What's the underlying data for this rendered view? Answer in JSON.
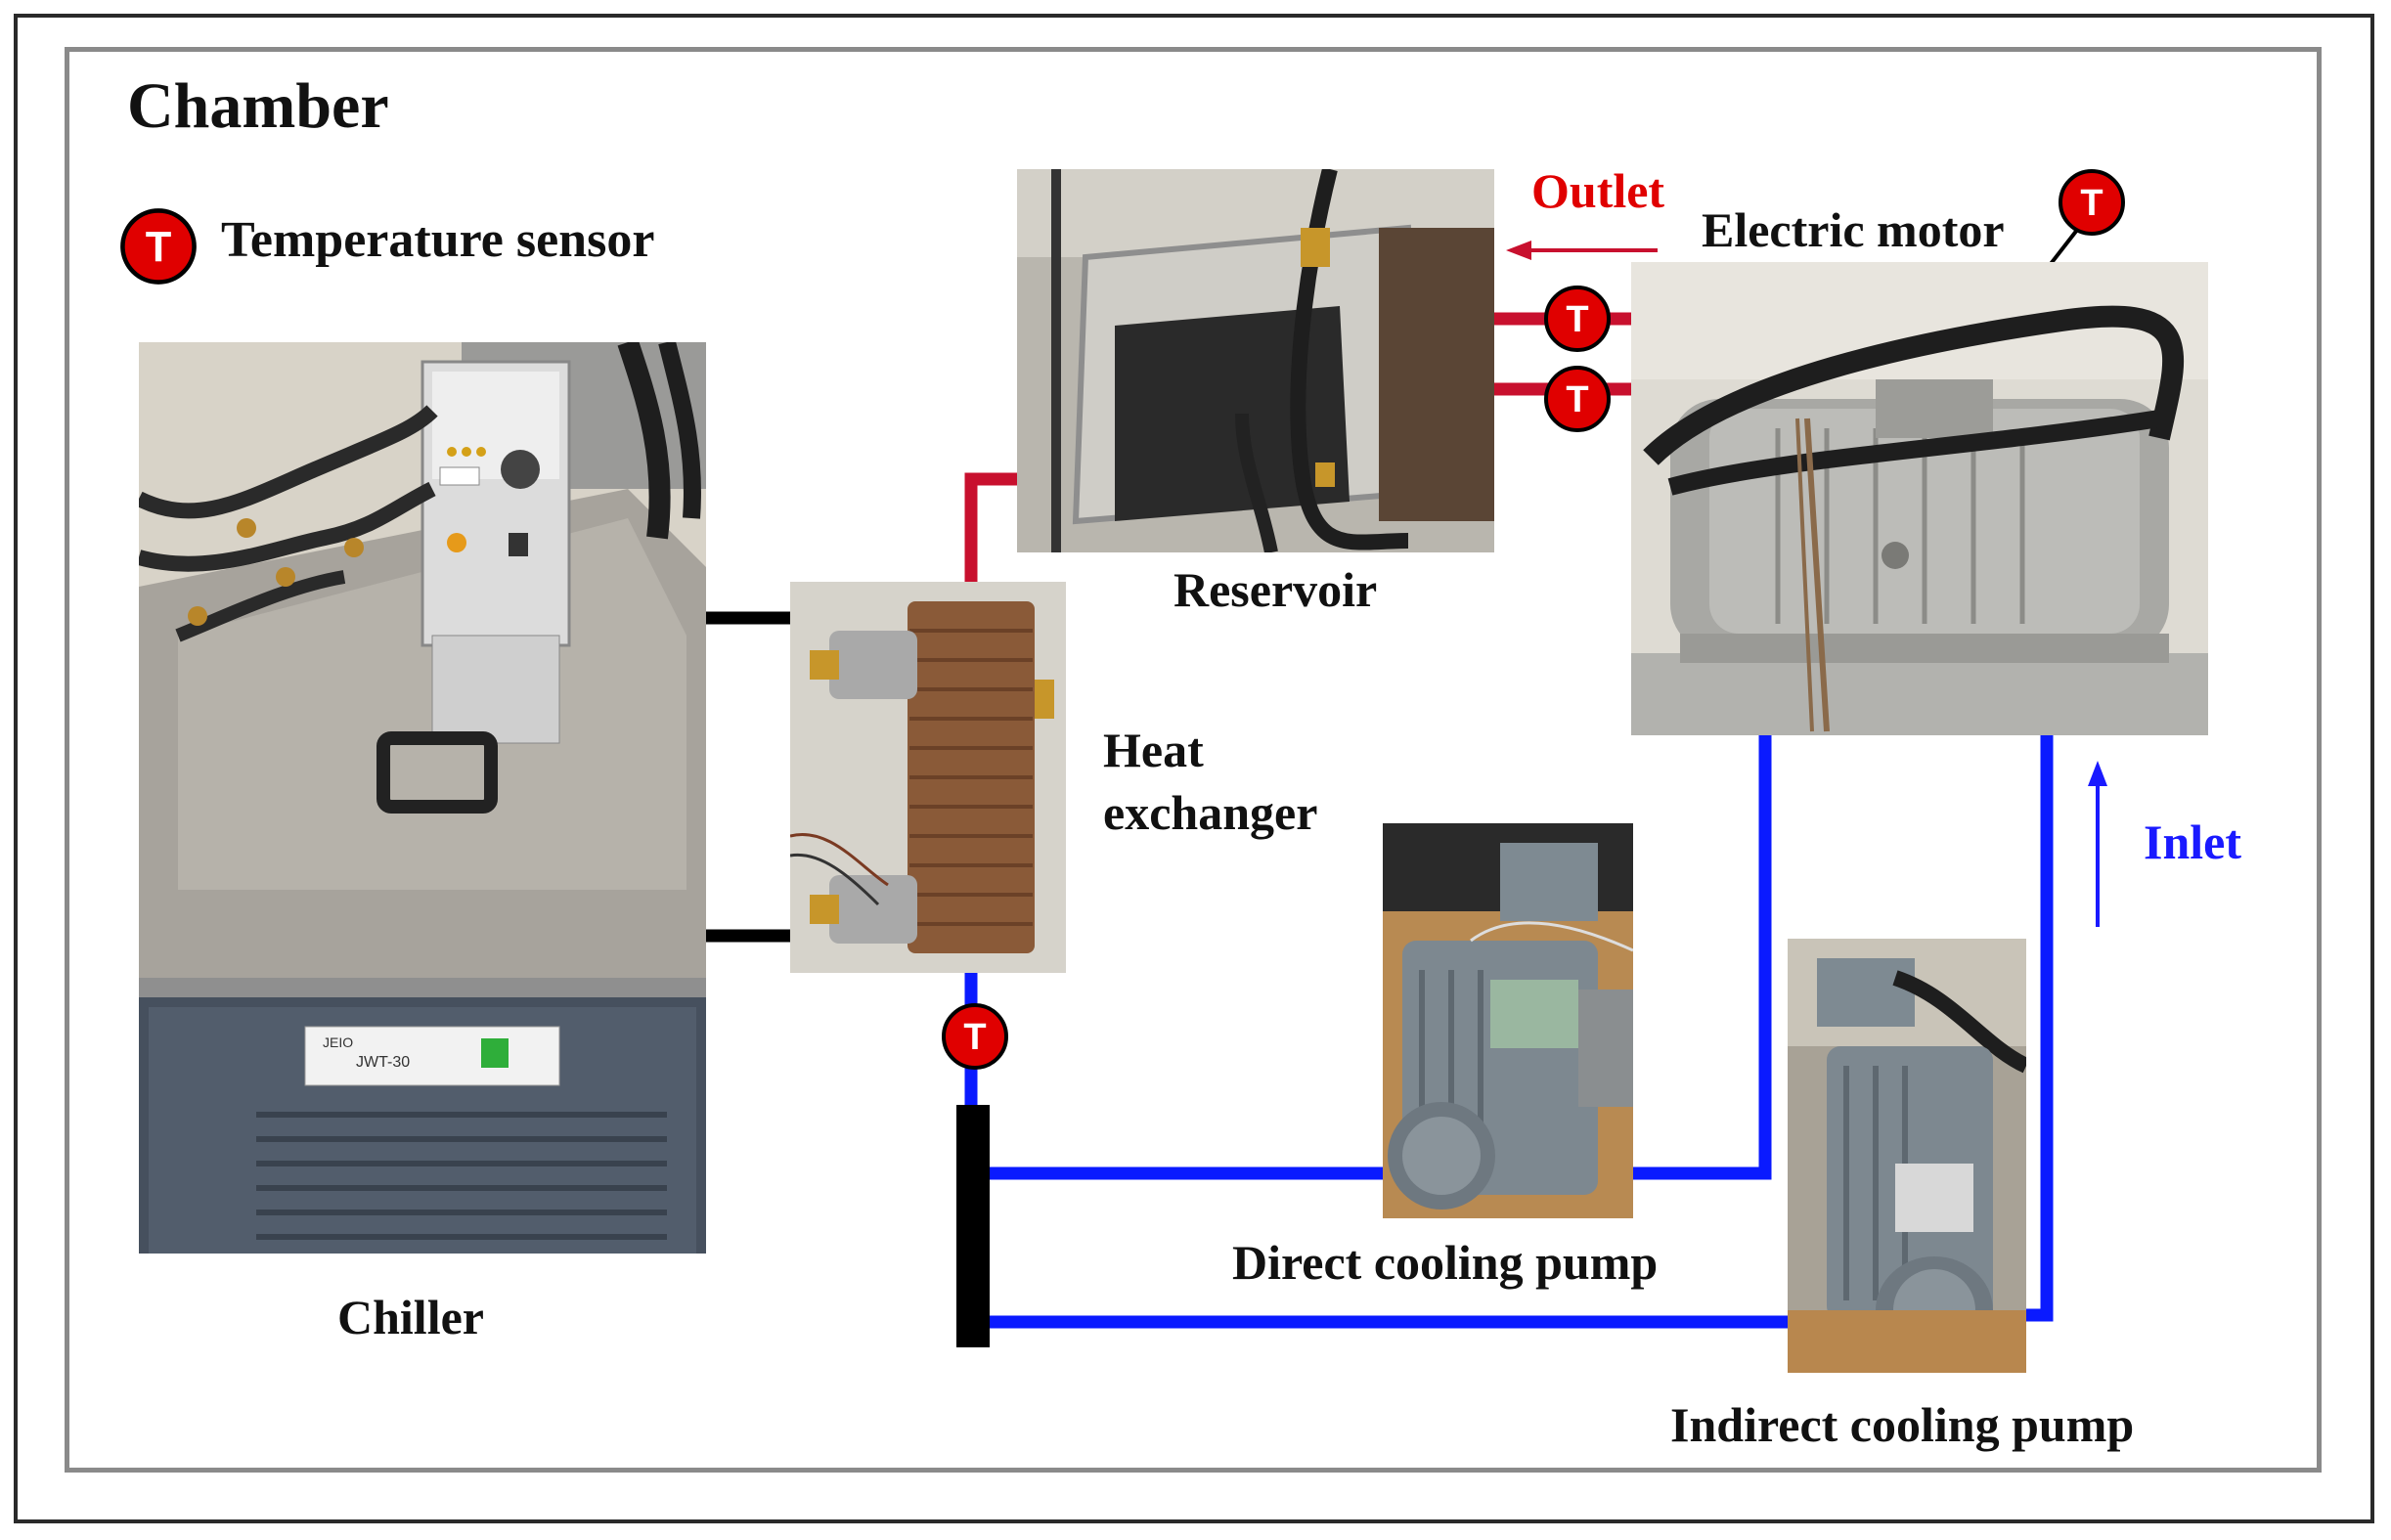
{
  "title": "Chamber",
  "legend": {
    "symbol": "T",
    "label": "Temperature sensor"
  },
  "components": {
    "chiller": "Chiller",
    "heat_exchanger_line1": "Heat",
    "heat_exchanger_line2": "exchanger",
    "reservoir": "Reservoir",
    "electric_motor": "Electric motor",
    "direct_pump": "Direct cooling pump",
    "indirect_pump": "Indirect cooling pump"
  },
  "flow": {
    "outlet": "Outlet",
    "inlet": "Inlet"
  },
  "chiller_panel": {
    "brand": "JEIO",
    "model": "JWT-30"
  },
  "colors": {
    "hot_line": "#c8102e",
    "cold_line": "#0a1aff",
    "link_line": "#000000",
    "sensor": "#e00000",
    "outlet_text": "#e00000",
    "inlet_text": "#1a1aff"
  }
}
